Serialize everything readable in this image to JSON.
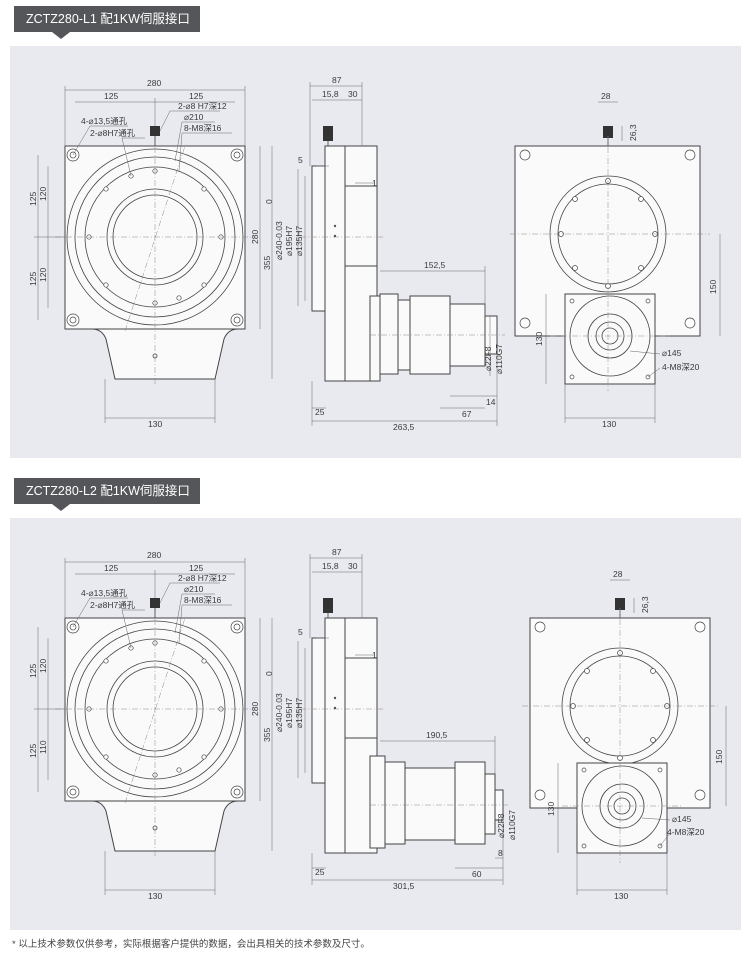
{
  "sections": [
    {
      "title": "ZCTZ280-L1 配1KW伺服接口",
      "front": {
        "w280": "280",
        "w125a": "125",
        "w125b": "125",
        "holes1": "4-⌀13,5通孔",
        "pin": "2-⌀8H7通孔",
        "pin2": "2-⌀8 H7深12",
        "d210": "⌀210",
        "m8": "8-M8深16",
        "h120a": "120",
        "h125a": "125",
        "h120b": "120",
        "h125b": "125",
        "h280": "280",
        "h355": "355",
        "w130": "130"
      },
      "side": {
        "w87": "87",
        "w158": "15,8",
        "w30": "30",
        "t5": "5",
        "t1": "1",
        "d0": "0",
        "d240": "⌀240-0.03",
        "d195": "⌀195H7",
        "d135": "⌀135H7",
        "w152": "152,5",
        "d22": "⌀22F8",
        "d110": "⌀110G7",
        "w14": "14",
        "w25": "25",
        "w263": "263,5",
        "w67": "67"
      },
      "rear": {
        "w28": "28",
        "h263": "26,3",
        "h150": "150",
        "h130": "130",
        "d145": "⌀145",
        "m8": "4-M8深20",
        "w130": "130"
      }
    },
    {
      "title": "ZCTZ280-L2 配1KW伺服接口",
      "front": {
        "w280": "280",
        "w125a": "125",
        "w125b": "125",
        "holes1": "4-⌀13,5通孔",
        "pin": "2-⌀8H7通孔",
        "pin2": "2-⌀8 H7深12",
        "d210": "⌀210",
        "m8": "8-M8深16",
        "h120a": "120",
        "h125a": "125",
        "h120b": "110",
        "h125b": "125",
        "h280": "280",
        "h355": "355",
        "w130": "130"
      },
      "side": {
        "w87": "87",
        "w158": "15,8",
        "w30": "30",
        "t5": "5",
        "t1": "1",
        "d0": "0",
        "d240": "⌀240-0.03",
        "d195": "⌀195H7",
        "d135": "⌀135H7",
        "w152": "190,5",
        "d22": "⌀22F8",
        "d110": "⌀110G7",
        "w14": "8",
        "w25": "25",
        "w263": "301,5",
        "w67": "60"
      },
      "rear": {
        "w28": "28",
        "h263": "26,3",
        "h150": "150",
        "h130": "130",
        "d145": "⌀145",
        "m8": "4-M8深20",
        "w130": "130"
      }
    }
  ],
  "footnote": "* 以上技术参数仅供参考，实际根据客户提供的数据，会出具相关的技术参数及尺寸。",
  "colors": {
    "panel": "#e9eaf0",
    "tag": "#555659",
    "line": "#444444"
  }
}
